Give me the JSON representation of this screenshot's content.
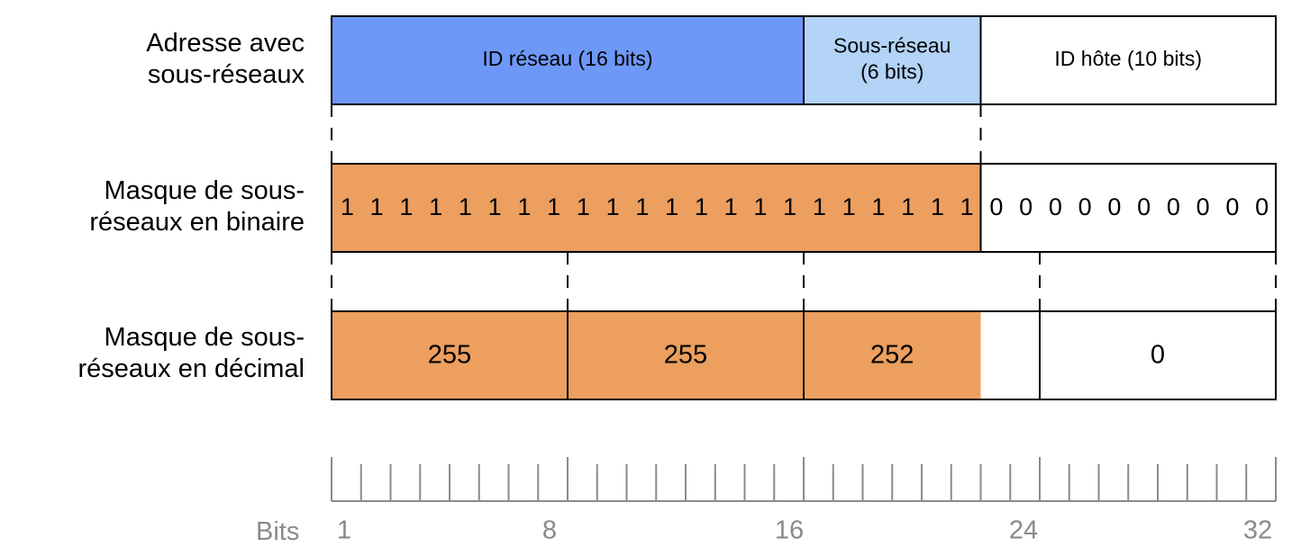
{
  "colors": {
    "network": "#6e98f8",
    "subnet": "#b3d3f7",
    "mask": "#ec9f5f",
    "host": "#ffffff",
    "line": "#000000",
    "ruler": "#8a8a8a"
  },
  "rows": {
    "address": {
      "label": "Adresse avec\nsous-réseaux",
      "segments": [
        {
          "name": "network",
          "text": "ID réseau (16 bits)",
          "bits": 16,
          "color": "network"
        },
        {
          "name": "subnet",
          "text": "Sous-réseau\n(6 bits)",
          "bits": 6,
          "color": "subnet"
        },
        {
          "name": "host",
          "text": "ID hôte (10 bits)",
          "bits": 10,
          "color": "host"
        }
      ]
    },
    "binary": {
      "label": "Masque de sous-\nréseaux en binaire",
      "ones_count": 22,
      "zeros_count": 10,
      "one_digit": "1",
      "zero_digit": "0"
    },
    "decimal": {
      "label": "Masque de sous-\nréseaux en décimal",
      "octets": [
        "255",
        "255",
        "252",
        "0"
      ]
    }
  },
  "ruler": {
    "axis_label": "Bits",
    "total_bits": 32,
    "tick_labels": [
      "1",
      "8",
      "16",
      "24",
      "32"
    ]
  }
}
